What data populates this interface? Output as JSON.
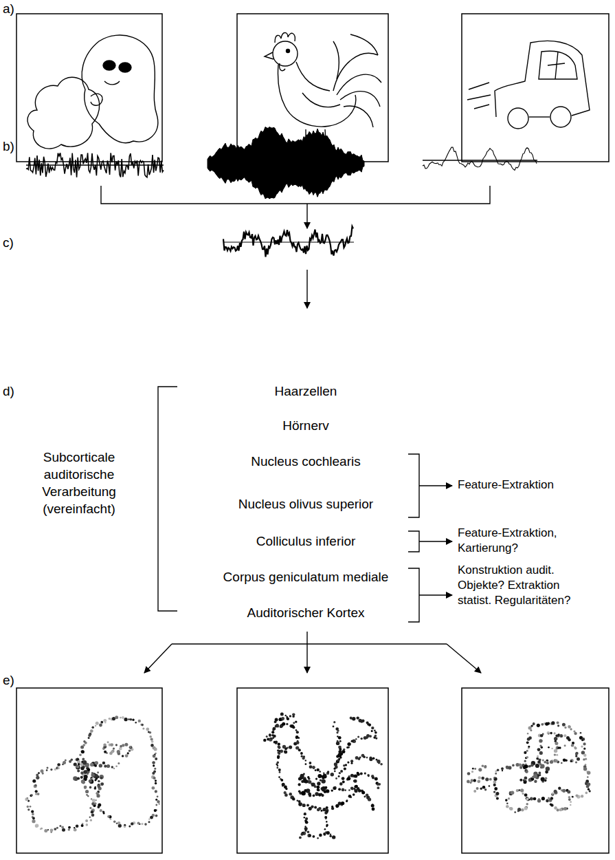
{
  "diagram": {
    "labels": [
      "a)",
      "b)",
      "c)",
      "d)",
      "e)",
      "Haarzellen",
      "Hörnerv",
      "Nucleus cochlearis",
      "Nucleus olivus superior",
      "Colliculus inferior",
      "Corpus geniculatum mediale",
      "Auditorischer Kortex",
      "Subcorticale auditorische Verarbeitung (vereinfacht)",
      "Feature-Extraktion",
      "Feature-Extraktion, Kartierung?",
      "Konstruktion audit. Objekte? Extraktion statist. Regularitäten?"
    ]
  }
}
